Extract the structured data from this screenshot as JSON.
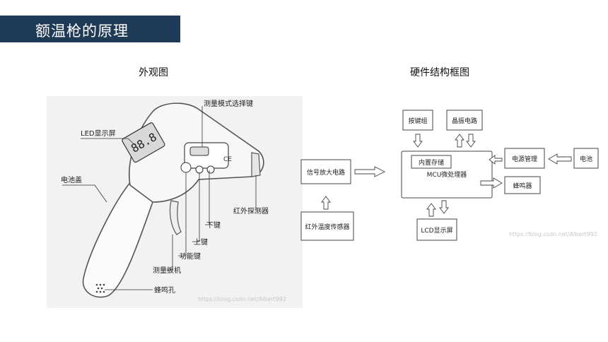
{
  "slide": {
    "title": "额温枪的原理"
  },
  "left": {
    "heading": "外观图",
    "labels": {
      "mode_key": "测量模式选择键",
      "led": "LED显示屏",
      "battery_cover": "电池盖",
      "down_key": "下键",
      "up_key": "上键",
      "func_key": "功能键",
      "trigger": "测量扳机",
      "ir_sensor": "红外探测器",
      "buzzer_hole": "蜂鸣孔"
    },
    "watermark": "https://blog.csdn.net/Albert992"
  },
  "right": {
    "heading": "硬件结构框图",
    "blocks": {
      "keys": "按键组",
      "crystal": "晶振电路",
      "memory": "内置存储",
      "mcu": "MCU微处理器",
      "power": "电源管理",
      "battery": "电池",
      "amp": "信号放大电路",
      "buzzer": "蜂鸣器",
      "ir": "红外温度传感器",
      "lcd": "LCD显示屏"
    },
    "watermark": "https://blog.csdn.net/Albert992"
  }
}
